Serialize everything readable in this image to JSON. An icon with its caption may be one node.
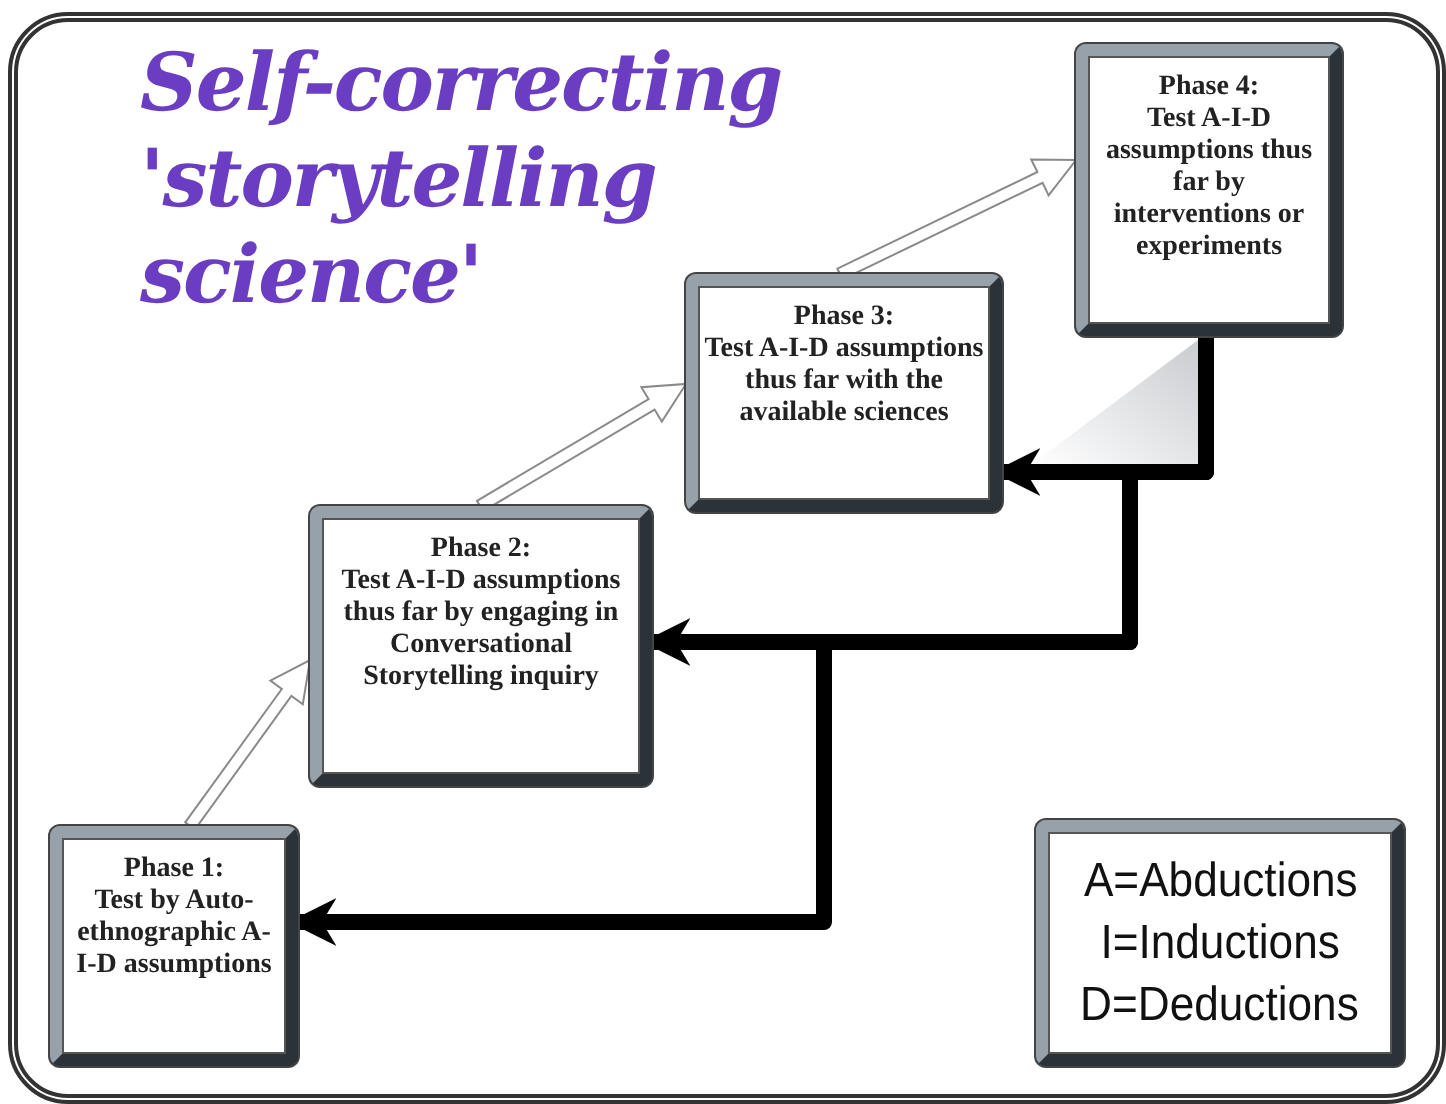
{
  "diagram": {
    "title": "Self-correcting 'storytelling science'",
    "nodes": [
      {
        "text": [
          "Phase 1:",
          "Test by Auto-ethnographic A-I-D assumptions"
        ]
      },
      {
        "text": [
          "Phase 2:",
          "Test A-I-D assumptions thus far by engaging in Conversational Storytelling inquiry"
        ]
      },
      {
        "text": [
          "Phase 3:",
          "Test A-I-D assumptions thus far with the available sciences"
        ]
      },
      {
        "text": [
          "Phase 4:",
          "Test A-I-D assumptions thus far by interventions or experiments"
        ]
      },
      {
        "text": [
          "A=Abductions",
          "I=Inductions",
          "D=Deductions"
        ]
      },
      {
        "text": [],
        "shape": "triangle"
      }
    ],
    "edges": [
      {
        "from": 0,
        "to": 1,
        "arrow": "to"
      },
      {
        "from": 1,
        "to": 2,
        "arrow": "to"
      },
      {
        "from": 2,
        "to": 3,
        "arrow": "to"
      },
      {
        "from": 3,
        "to": 2,
        "arrow": "to",
        "color": "#000000"
      },
      {
        "from": 3,
        "to": 1,
        "arrow": "to",
        "color": "#000000"
      },
      {
        "from": 3,
        "to": 0,
        "arrow": "to",
        "color": "#000000"
      }
    ]
  }
}
